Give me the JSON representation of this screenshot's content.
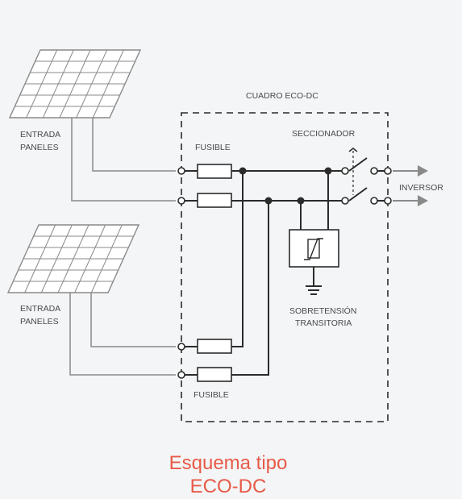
{
  "diagram": {
    "box_title": "CUADRO ECO-DC",
    "panel_top_label": [
      "ENTRADA",
      "PANELES"
    ],
    "panel_bottom_label": [
      "ENTRADA",
      "PANELES"
    ],
    "fuse_top_label": "FUSIBLE",
    "fuse_bottom_label": "FUSIBLE",
    "switch_label": "SECCIONADOR",
    "surge_label": [
      "SOBRETENSIÓN",
      "TRANSITORIA"
    ],
    "output_label": "INVERSOR"
  },
  "caption": [
    "Esquema tipo",
    "ECO-DC"
  ],
  "colors": {
    "background": "#f3f5f6",
    "line": "#2b2b2b",
    "wire_gray": "#8a8a8a",
    "title": "#e85a48"
  }
}
